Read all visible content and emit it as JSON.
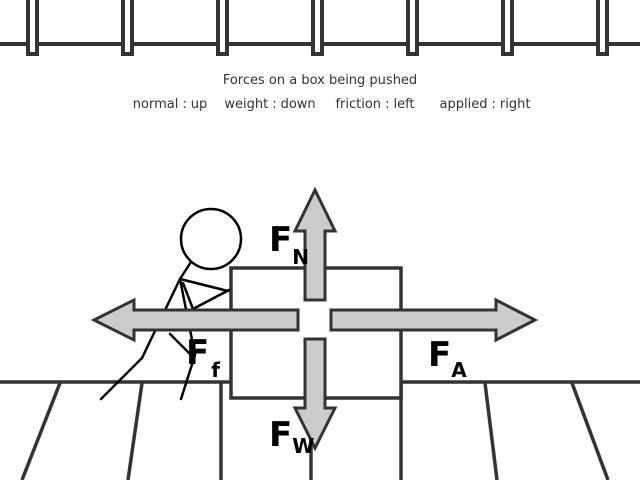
{
  "title": "Forces on a box being pushed",
  "colors": {
    "line": "#333333",
    "arrow_fill": "#cccccc",
    "figure": "#000000",
    "background": "#ffffff"
  },
  "forces": [
    {
      "id": "normal",
      "symbol": "F",
      "subscript": "N",
      "direction": "up"
    },
    {
      "id": "weight",
      "symbol": "F",
      "subscript": "W",
      "direction": "down"
    },
    {
      "id": "friction",
      "symbol": "F",
      "subscript": "f",
      "direction": "left"
    },
    {
      "id": "applied",
      "symbol": "F",
      "subscript": "A",
      "direction": "right"
    }
  ]
}
